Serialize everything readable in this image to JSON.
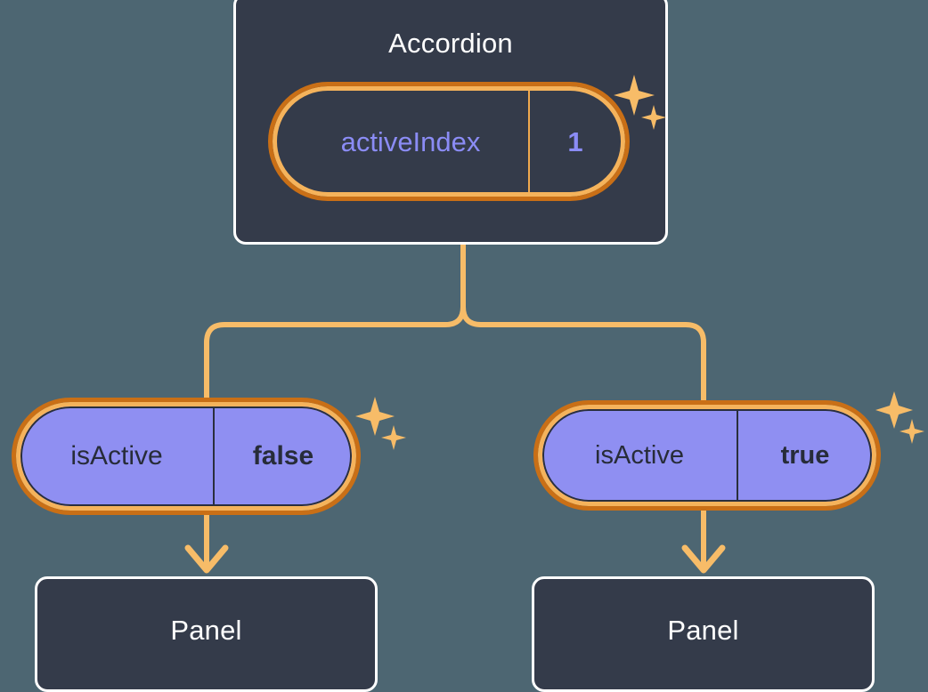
{
  "diagram": {
    "type": "component-state-tree",
    "background_color": "#4d6672",
    "accent_color": "#f5b35b",
    "accent_dark_color": "#c96f16",
    "card_fill_color": "#343b4a",
    "pill_fill_color": "#8f8ff2",
    "state_text_color": "#8b8cf5"
  },
  "root": {
    "title": "Accordion",
    "state": {
      "key": "activeIndex",
      "value": "1"
    },
    "sparkle_name": "sparkle-icon"
  },
  "branches": [
    {
      "state": {
        "key": "isActive",
        "value": "false"
      },
      "child": {
        "title": "Panel"
      },
      "sparkle_name": "sparkle-icon",
      "arrow_name": "down-arrow-icon"
    },
    {
      "state": {
        "key": "isActive",
        "value": "true"
      },
      "child": {
        "title": "Panel"
      },
      "sparkle_name": "sparkle-icon",
      "arrow_name": "down-arrow-icon"
    }
  ]
}
